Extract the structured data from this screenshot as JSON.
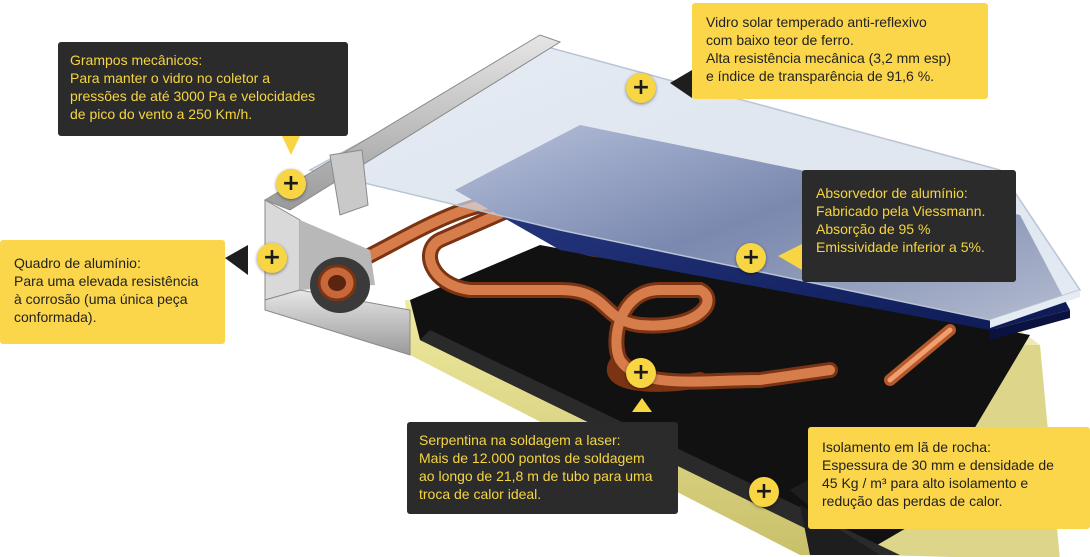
{
  "hotspot_symbol": "+",
  "colors": {
    "dark_box": "#2b2b2b",
    "dark_text": "#f6d540",
    "light_box": "#fbd64a",
    "light_text": "#222222",
    "hotspot": "#f7d543"
  },
  "callouts": {
    "glass": {
      "lines": [
        "Vidro solar temperado anti-reflexivo",
        "com baixo teor de ferro.",
        "Alta resistência mecânica (3,2 mm esp)",
        "e índice de transparência de 91,6 %."
      ]
    },
    "clamps": {
      "lines": [
        "Grampos mecânicos:",
        "Para manter o vidro no coletor a",
        "pressões de até 3000 Pa e velocidades",
        "de pico do vento a 250 Km/h."
      ]
    },
    "absorber": {
      "lines": [
        "Absorvedor de alumínio:",
        "Fabricado pela Viessmann.",
        "Absorção de 95 %",
        "Emissividade inferior a 5%."
      ]
    },
    "frame": {
      "lines": [
        "Quadro de alumínio:",
        "Para uma elevada resistência",
        "à corrosão (uma única peça",
        "conformada)."
      ]
    },
    "serpentine": {
      "lines": [
        "Serpentina na soldagem a laser:",
        "Mais de 12.000 pontos de soldagem",
        "ao longo de 21,8 m de tubo para uma",
        "troca de calor ideal."
      ]
    },
    "insulation": {
      "lines": [
        "Isolamento em lã de rocha:",
        "Espessura de 30 mm e densidade de",
        "45 Kg / m³ para alto isolamento e",
        "redução das perdas de calor."
      ]
    }
  }
}
